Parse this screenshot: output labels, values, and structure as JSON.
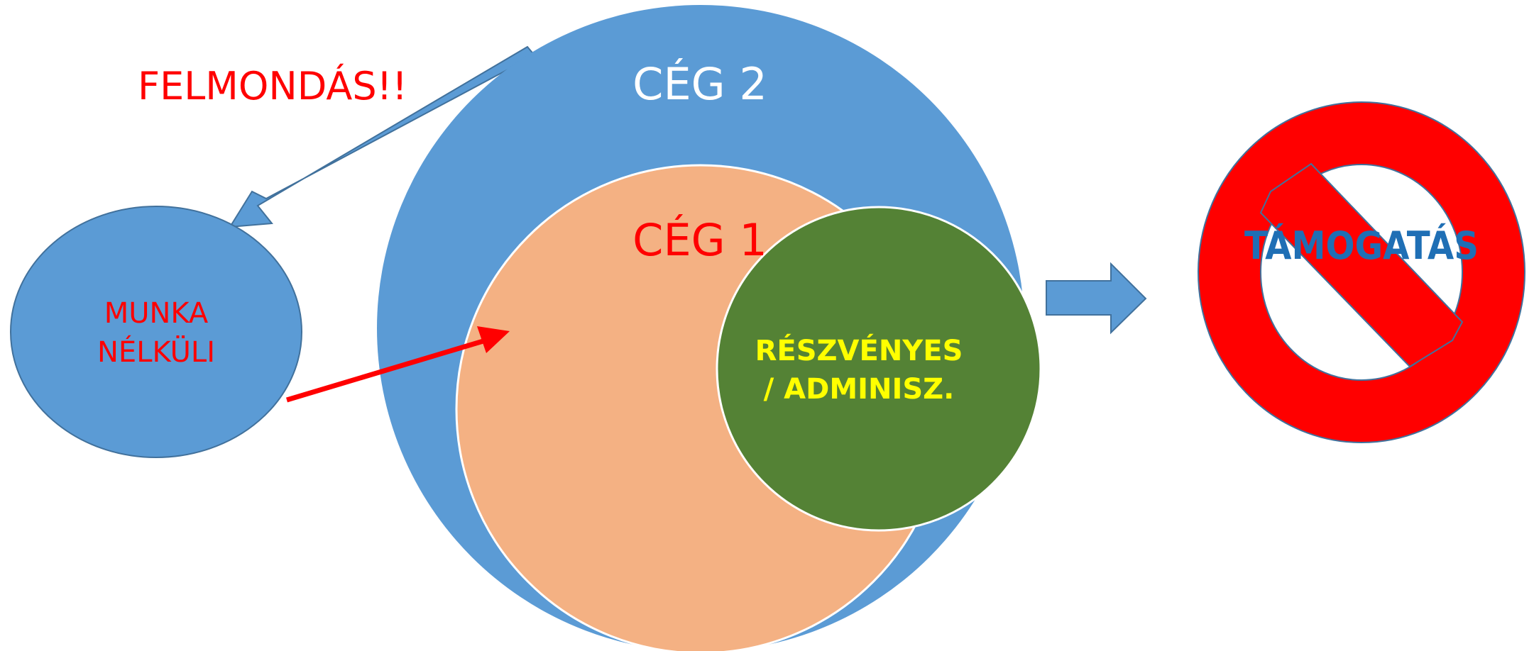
{
  "labels": {
    "resignation": "FELMONDÁS!!",
    "unemployed_line1": "MUNKA",
    "unemployed_line2": "NÉLKÜLI",
    "company2": "CÉG 2",
    "company1": "CÉG 1",
    "shareholder_line1": "RÉSZVÉNYES",
    "shareholder_line2": "/ ADMINISZ.",
    "support": "TÁMOGATÁS"
  },
  "colors": {
    "blue": "#5b9bd5",
    "blue_border": "#41719c",
    "peach": "#f4b183",
    "green": "#548235",
    "red": "#ff0000",
    "yellow": "#ffff00",
    "white": "#ffffff",
    "support_text": "#1f6fb5"
  },
  "icons": {
    "prohibition": "no-entry-sign-icon"
  }
}
